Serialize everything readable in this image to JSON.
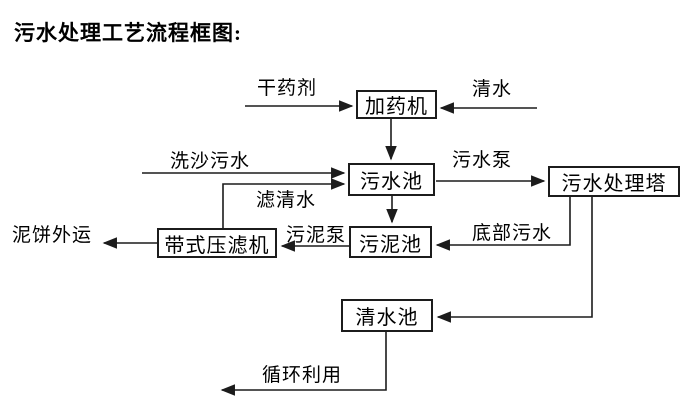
{
  "title": "污水处理工艺流程框图:",
  "nodes": {
    "dosing_machine": "加药机",
    "sewage_pool": "污水池",
    "treatment_tower": "污水处理塔",
    "sludge_pool": "污泥池",
    "belt_filter_press": "带式压滤机",
    "clean_water_pool": "清水池"
  },
  "edge_labels": {
    "dry_agent": "干药剂",
    "clean_water": "清水",
    "sand_washing_sewage": "洗沙污水",
    "filtered_water": "滤清水",
    "sewage_pump": "污水泵",
    "bottom_sewage": "底部污水",
    "sludge_pump": "污泥泵",
    "mud_cake_out": "泥饼外运",
    "recycle_use": "循环利用"
  },
  "colors": {
    "line": "#1c1c1c",
    "box_border": "#1c1c1c",
    "background": "#ffffff",
    "text": "#000000"
  }
}
